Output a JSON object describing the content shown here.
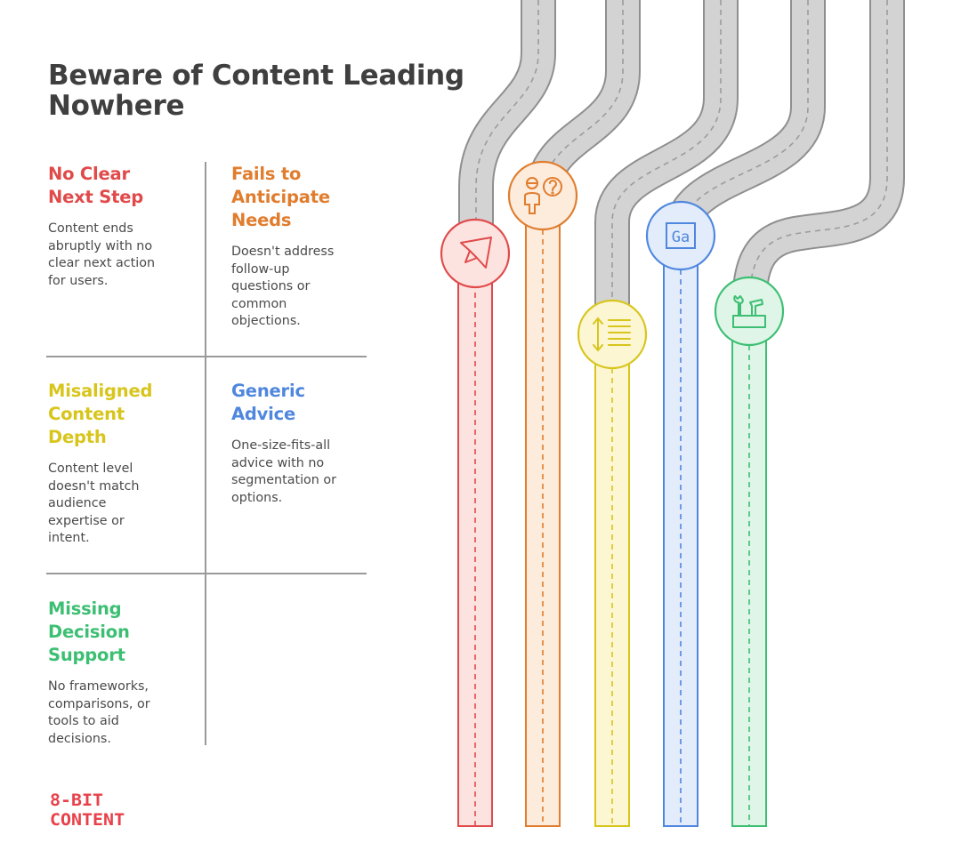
{
  "title": "Beware of Content Leading\nNowhere",
  "items": [
    {
      "heading": "No Clear\nNext Step",
      "text": "Content ends\nabruptly with no\nclear next action\nfor users.",
      "color": "#e04a4a",
      "icon": "airplane-icon"
    },
    {
      "heading": "Fails to\nAnticipate\nNeeds",
      "text": "Doesn't address\nfollow-up\nquestions or\ncommon\nobjections.",
      "color": "#e07d2e",
      "icon": "person-question-icon"
    },
    {
      "heading": "Misaligned\nContent\nDepth",
      "text": "Content level\ndoesn't match\naudience\nexpertise or\nintent.",
      "color": "#d8c51c",
      "icon": "text-height-icon"
    },
    {
      "heading": "Generic\nAdvice",
      "text": "One-size-fits-all\nadvice with no\nsegmentation or\noptions.",
      "color": "#4f87de",
      "icon": "font-glyph-icon"
    },
    {
      "heading": "Missing\nDecision\nSupport",
      "text": "No frameworks,\ncomparisons, or\ntools to aid\ndecisions.",
      "color": "#3dbf73",
      "icon": "toolbox-icon"
    }
  ],
  "icon_labels": {
    "font_glyph": "Ga"
  },
  "logo": "8-BIT\nCONTENT",
  "colors": {
    "road": "#d3d3d3",
    "road_outline": "#8f8f8f",
    "road_dash": "#9c9c9c",
    "lanes_fill": [
      "#fde3e0",
      "#fdebdc",
      "#fcf6d2",
      "#e2ecfb",
      "#dff5e7"
    ],
    "logo": "#e8414a"
  }
}
